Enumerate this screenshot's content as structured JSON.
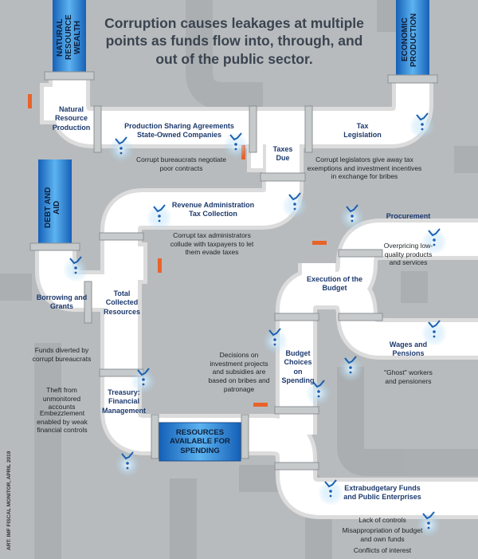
{
  "title": "Corruption causes leakages at multiple points as funds flow into, through, and out of the public sector.",
  "sources": {
    "natural_resource_wealth": "NATURAL RESOURCE WEALTH",
    "economic_production": "ECONOMIC PRODUCTION",
    "debt_and_aid": "DEBT AND AID"
  },
  "stages": {
    "natural_resource_production": "Natural Resource Production",
    "production_sharing": "Production Sharing Agreements State-Owned Companies",
    "tax_legislation": "Tax Legislation",
    "taxes_due": "Taxes Due",
    "revenue_administration": "Revenue Administration Tax Collection",
    "procurement": "Procurement",
    "borrowing_grants": "Borrowing and Grants",
    "total_collected": "Total Collected Resources",
    "execution_budget": "Execution of the Budget",
    "wages_pensions": "Wages and Pensions",
    "budget_choices": "Budget Choices on Spending",
    "treasury": "Treasury: Financial Management",
    "resources_available": "RESOURCES AVAILABLE FOR SPENDING",
    "extrabudgetary": "Extrabudgetary Funds and Public Enterprises"
  },
  "leakages": {
    "poor_contracts": "Corrupt bureaucrats negotiate poor contracts",
    "tax_exemptions": "Corrupt legislators give away tax exemptions and investment incentives in exchange for bribes",
    "collude_taxpayers": "Corrupt tax administrators collude with taxpayers to let them evade taxes",
    "overpricing": "Overpricing low-quality products and services",
    "funds_diverted": "Funds diverted by corrupt bureaucrats",
    "investment_decisions": "Decisions on investment projects and subsidies are based on bribes and patronage",
    "ghost_workers": "\"Ghost\" workers and pensioners",
    "theft": "Theft from unmonitored accounts",
    "embezzlement": "Embezzlement enabled by weak financial controls",
    "lack_controls": "Lack of controls",
    "misappropriation": "Misappropriation of budget and own funds",
    "conflicts": "Conflicts of interest"
  },
  "credit": "ART: IMF FISCAL MONITOR, APRIL 2019",
  "colors": {
    "background": "#b8bbbd",
    "pipe": "#ffffff",
    "inflow": "#1f6fc8",
    "label": "#1d3a6e",
    "valve": "#e8632a"
  }
}
